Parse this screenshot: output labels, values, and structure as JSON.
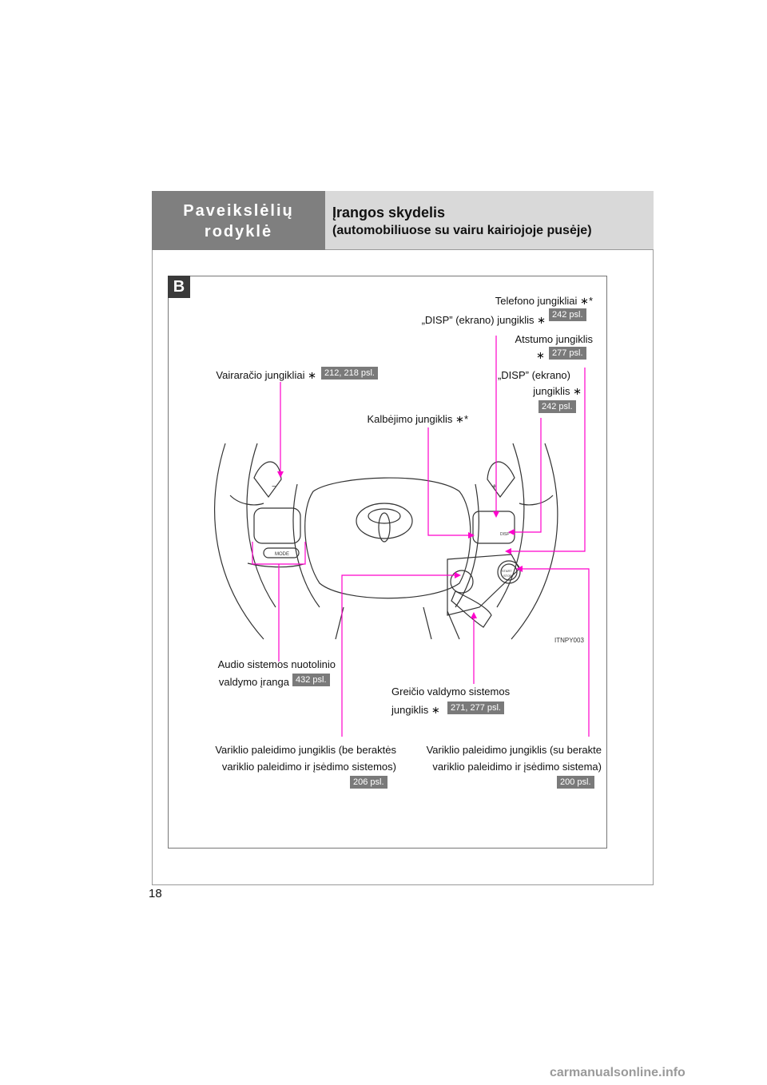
{
  "page": {
    "number": "18",
    "watermark": "carmanualsonline.info"
  },
  "header": {
    "tab_line1": "Paveikslėlių",
    "tab_line2": "rodyklė",
    "title": "Įrangos skydelis",
    "subtitle": "(automobiliuose su vairu kairiojoje pusėje)"
  },
  "figure": {
    "section": "B",
    "image_code": "ITNPY003",
    "star": "∗"
  },
  "labels": {
    "phone": {
      "text": "Telefono jungikliai",
      "mark": "∗*"
    },
    "disp_top": {
      "text": "„DISP” (ekrano) jungiklis",
      "mark": "∗",
      "ref": "242 psl."
    },
    "distance": {
      "text": "Atstumo jungiklis",
      "mark": "∗",
      "ref": "277 psl."
    },
    "paddle": {
      "text": "Vairaračio jungikliai",
      "mark": "∗",
      "ref": "212, 218 psl."
    },
    "disp_right": {
      "line1": "„DISP” (ekrano)",
      "line2": "jungiklis",
      "mark": "∗",
      "ref": "242 psl."
    },
    "talk": {
      "text": "Kalbėjimo jungiklis",
      "mark": "∗*"
    },
    "audio": {
      "line1": "Audio sistemos nuotolinio",
      "line2": "valdymo įranga",
      "ref": "432 psl."
    },
    "cruise": {
      "line1": "Greičio valdymo sistemos",
      "line2": "jungiklis",
      "mark": "∗",
      "ref": "271, 277 psl."
    },
    "engine_no_key": {
      "line1": "Variklio paleidimo jungiklis (be beraktės",
      "line2": "variklio paleidimo ir įsėdimo sistemos)",
      "ref": "206 psl."
    },
    "engine_key": {
      "line1": "Variklio paleidimo jungiklis (su berakte",
      "line2": "variklio paleidimo ir įsėdimo sistema)",
      "ref": "200 psl."
    }
  },
  "wheel_marks": {
    "minus": "−",
    "plus": "+",
    "mode": "MODE",
    "disp": "DISP",
    "start": "START",
    "stop": "STOP"
  },
  "colors": {
    "leader": "#ff00cc",
    "badge": "#7a7a7a",
    "tab": "#7f7f7f",
    "header": "#d9d9d9"
  }
}
